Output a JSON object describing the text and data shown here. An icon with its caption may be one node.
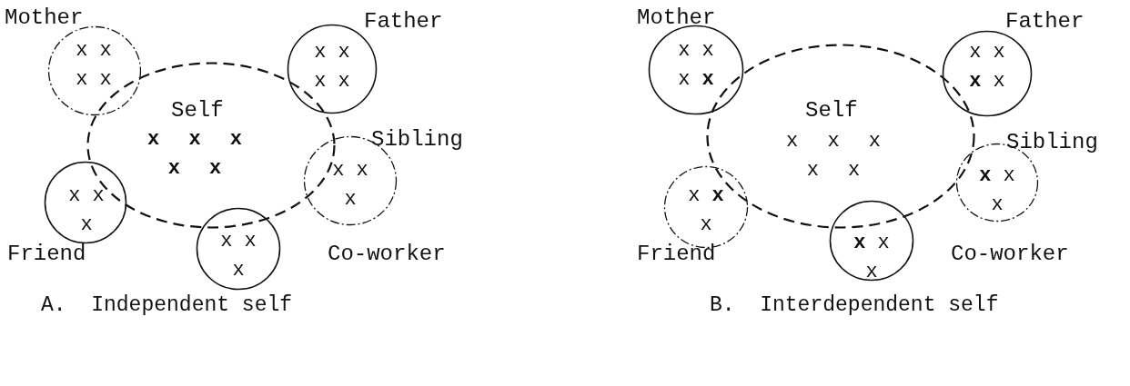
{
  "diagram": {
    "nodes": [
      {
        "text": [
          "Mother",
          "x x x x"
        ]
      },
      {
        "text": [
          "Father",
          "x x x x"
        ]
      },
      {
        "text": [
          "Self",
          "**x x x x x**"
        ]
      },
      {
        "text": [
          "Sibling",
          "x x x"
        ]
      },
      {
        "text": [
          "x x x",
          "Friend"
        ]
      },
      {
        "text": [
          "x x x",
          "Co-worker"
        ]
      },
      {
        "text": [
          "Mother",
          "x x x **x**"
        ]
      },
      {
        "text": [
          "Father",
          "x x **x** x"
        ]
      },
      {
        "text": [
          "Self",
          "x x x x x"
        ]
      },
      {
        "text": [
          "Sibling",
          "**x** x x"
        ]
      },
      {
        "text": [
          "x **x** x",
          "Friend"
        ]
      },
      {
        "text": [
          "**x** x x",
          "Co-worker"
        ]
      }
    ],
    "labels": [
      "A.  Independent self",
      "B.  Interdependent self"
    ]
  }
}
